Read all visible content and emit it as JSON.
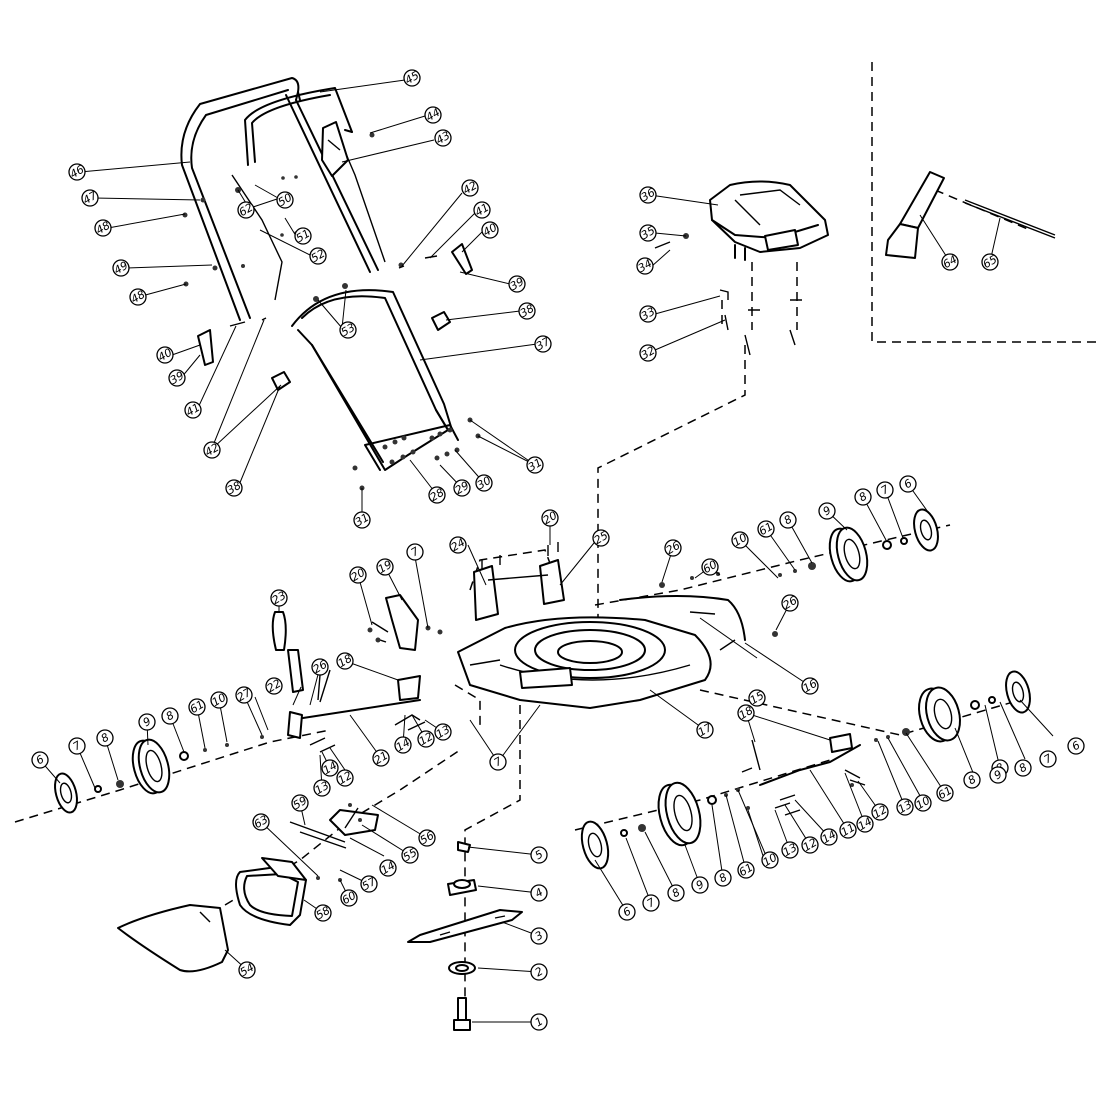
{
  "diagram": {
    "callouts": [
      {
        "id": "c-1",
        "label": "1"
      },
      {
        "id": "c-2",
        "label": "2"
      },
      {
        "id": "c-3",
        "label": "3"
      },
      {
        "id": "c-4",
        "label": "4"
      },
      {
        "id": "c-5",
        "label": "5"
      },
      {
        "id": "c-6a",
        "label": "6"
      },
      {
        "id": "c-6b",
        "label": "6"
      },
      {
        "id": "c-6c",
        "label": "6"
      },
      {
        "id": "c-6d",
        "label": "6"
      },
      {
        "id": "c-7a",
        "label": "7"
      },
      {
        "id": "c-7b",
        "label": "7"
      },
      {
        "id": "c-7c",
        "label": "7"
      },
      {
        "id": "c-7d",
        "label": "7"
      },
      {
        "id": "c-7e",
        "label": "7"
      },
      {
        "id": "c-7f",
        "label": "7"
      },
      {
        "id": "c-8a",
        "label": "8"
      },
      {
        "id": "c-8b",
        "label": "8"
      },
      {
        "id": "c-8c",
        "label": "8"
      },
      {
        "id": "c-8d",
        "label": "8"
      },
      {
        "id": "c-8e",
        "label": "8"
      },
      {
        "id": "c-8f",
        "label": "8"
      },
      {
        "id": "c-8g",
        "label": "8"
      },
      {
        "id": "c-8h",
        "label": "8"
      },
      {
        "id": "c-8i",
        "label": "8"
      },
      {
        "id": "c-9a",
        "label": "9"
      },
      {
        "id": "c-9b",
        "label": "9"
      },
      {
        "id": "c-9c",
        "label": "9"
      },
      {
        "id": "c-9d",
        "label": "9"
      },
      {
        "id": "c-10a",
        "label": "10"
      },
      {
        "id": "c-10b",
        "label": "10"
      },
      {
        "id": "c-10c",
        "label": "10"
      },
      {
        "id": "c-10d",
        "label": "10"
      },
      {
        "id": "c-11",
        "label": "11"
      },
      {
        "id": "c-12a",
        "label": "12"
      },
      {
        "id": "c-12b",
        "label": "12"
      },
      {
        "id": "c-12c",
        "label": "12"
      },
      {
        "id": "c-12d",
        "label": "12"
      },
      {
        "id": "c-13a",
        "label": "13"
      },
      {
        "id": "c-13b",
        "label": "13"
      },
      {
        "id": "c-13c",
        "label": "13"
      },
      {
        "id": "c-13d",
        "label": "13"
      },
      {
        "id": "c-14a",
        "label": "14"
      },
      {
        "id": "c-14b",
        "label": "14"
      },
      {
        "id": "c-14c",
        "label": "14"
      },
      {
        "id": "c-14d",
        "label": "14"
      },
      {
        "id": "c-14e",
        "label": "14"
      },
      {
        "id": "c-15",
        "label": "15"
      },
      {
        "id": "c-16",
        "label": "16"
      },
      {
        "id": "c-17",
        "label": "17"
      },
      {
        "id": "c-18a",
        "label": "18"
      },
      {
        "id": "c-18b",
        "label": "18"
      },
      {
        "id": "c-19",
        "label": "19"
      },
      {
        "id": "c-20a",
        "label": "20"
      },
      {
        "id": "c-20b",
        "label": "20"
      },
      {
        "id": "c-21",
        "label": "21"
      },
      {
        "id": "c-22",
        "label": "22"
      },
      {
        "id": "c-23",
        "label": "23"
      },
      {
        "id": "c-24",
        "label": "24"
      },
      {
        "id": "c-25",
        "label": "25"
      },
      {
        "id": "c-26a",
        "label": "26"
      },
      {
        "id": "c-26b",
        "label": "26"
      },
      {
        "id": "c-26c",
        "label": "26"
      },
      {
        "id": "c-27",
        "label": "27"
      },
      {
        "id": "c-28",
        "label": "28"
      },
      {
        "id": "c-29",
        "label": "29"
      },
      {
        "id": "c-30",
        "label": "30"
      },
      {
        "id": "c-31a",
        "label": "31"
      },
      {
        "id": "c-31b",
        "label": "31"
      },
      {
        "id": "c-32",
        "label": "32"
      },
      {
        "id": "c-33",
        "label": "33"
      },
      {
        "id": "c-34",
        "label": "34"
      },
      {
        "id": "c-35",
        "label": "35"
      },
      {
        "id": "c-36",
        "label": "36"
      },
      {
        "id": "c-37",
        "label": "37"
      },
      {
        "id": "c-38a",
        "label": "38"
      },
      {
        "id": "c-38b",
        "label": "38"
      },
      {
        "id": "c-39a",
        "label": "39"
      },
      {
        "id": "c-39b",
        "label": "39"
      },
      {
        "id": "c-40a",
        "label": "40"
      },
      {
        "id": "c-40b",
        "label": "40"
      },
      {
        "id": "c-41a",
        "label": "41"
      },
      {
        "id": "c-41b",
        "label": "41"
      },
      {
        "id": "c-42a",
        "label": "42"
      },
      {
        "id": "c-42b",
        "label": "42"
      },
      {
        "id": "c-43",
        "label": "43"
      },
      {
        "id": "c-44",
        "label": "44"
      },
      {
        "id": "c-45",
        "label": "45"
      },
      {
        "id": "c-46",
        "label": "46"
      },
      {
        "id": "c-47",
        "label": "47"
      },
      {
        "id": "c-48a",
        "label": "48"
      },
      {
        "id": "c-48b",
        "label": "48"
      },
      {
        "id": "c-49",
        "label": "49"
      },
      {
        "id": "c-50",
        "label": "50"
      },
      {
        "id": "c-51",
        "label": "51"
      },
      {
        "id": "c-52",
        "label": "52"
      },
      {
        "id": "c-53",
        "label": "53"
      },
      {
        "id": "c-54",
        "label": "54"
      },
      {
        "id": "c-55",
        "label": "55"
      },
      {
        "id": "c-56",
        "label": "56"
      },
      {
        "id": "c-57",
        "label": "57"
      },
      {
        "id": "c-58",
        "label": "58"
      },
      {
        "id": "c-59",
        "label": "59"
      },
      {
        "id": "c-60a",
        "label": "60"
      },
      {
        "id": "c-60b",
        "label": "60"
      },
      {
        "id": "c-61a",
        "label": "61"
      },
      {
        "id": "c-61b",
        "label": "61"
      },
      {
        "id": "c-61c",
        "label": "61"
      },
      {
        "id": "c-61d",
        "label": "61"
      },
      {
        "id": "c-62",
        "label": "62"
      },
      {
        "id": "c-63",
        "label": "63"
      },
      {
        "id": "c-64",
        "label": "64"
      },
      {
        "id": "c-65",
        "label": "65"
      }
    ]
  }
}
